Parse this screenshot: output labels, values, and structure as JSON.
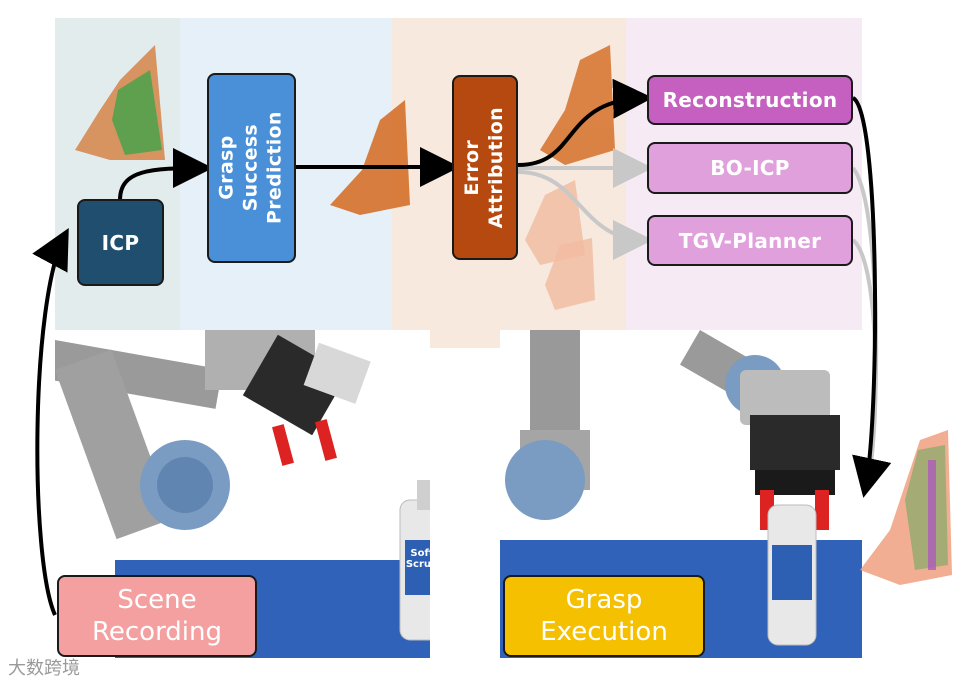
{
  "pipeline": {
    "icp_label": "ICP",
    "grasp_prediction_label": [
      "Grasp",
      "Success",
      "Prediction"
    ],
    "error_attribution_label": [
      "Error",
      "Attribution"
    ],
    "reconstruction_label": "Reconstruction",
    "bo_icp_label": "BO-ICP",
    "tgv_planner_label": "TGV-Planner"
  },
  "stages": {
    "scene_recording": [
      "Scene",
      "Recording"
    ],
    "grasp_execution": [
      "Grasp",
      "Execution"
    ]
  },
  "product_label": [
    "Soft",
    "Scrub"
  ],
  "watermark": "大数跨境",
  "colors": {
    "icp_box": "#1f4e6e",
    "grasp_box": "#4a90d9",
    "error_box": "#b5490f",
    "recon_box": "#c560c0",
    "bo_box": "#e0a0dc",
    "scene_box": "#f4a0a0",
    "execution_box": "#f5c000",
    "panel_teal": "#e3ecec",
    "panel_blue": "#e6f0f8",
    "panel_peach": "#f7e9de",
    "panel_pink": "#f6eaf4",
    "pointcloud_orange": "#d2691e",
    "pointcloud_green": "#3a9a3a",
    "pointcloud_purple": "#a040b0"
  }
}
